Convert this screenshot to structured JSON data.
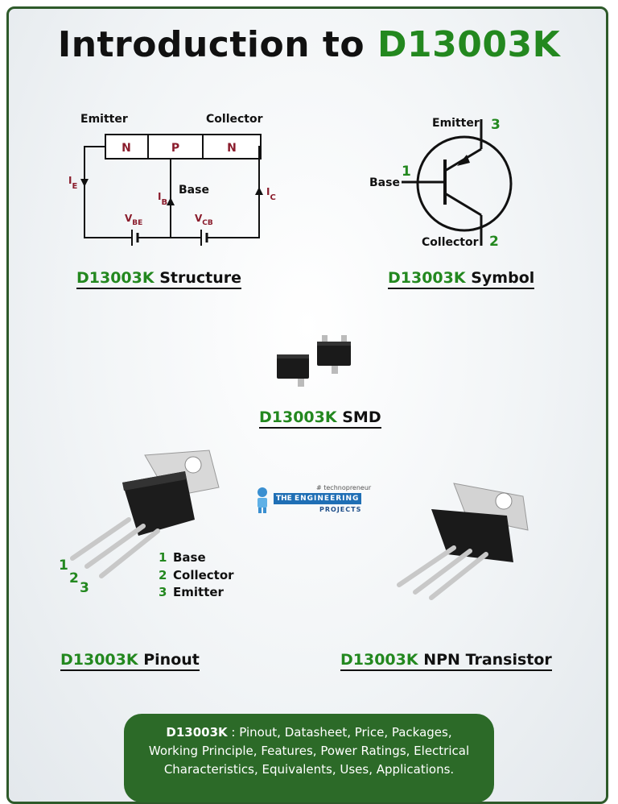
{
  "title": {
    "prefix": "Introduction to",
    "highlight": "D13003K"
  },
  "structure": {
    "emitter": "Emitter",
    "collector": "Collector",
    "base": "Base",
    "regions": [
      "N",
      "P",
      "N"
    ],
    "ie": "I",
    "ie_sub": "E",
    "ib": "I",
    "ib_sub": "B",
    "ic": "I",
    "ic_sub": "C",
    "vbe": "V",
    "vbe_sub": "BE",
    "vcb": "V",
    "vcb_sub": "CB"
  },
  "symbol": {
    "emitter": "Emitter",
    "base": "Base",
    "collector": "Collector",
    "emitter_num": "3",
    "base_num": "1",
    "collector_num": "2"
  },
  "captions": {
    "structure": {
      "part": "D13003K",
      "label": "Structure"
    },
    "symbol": {
      "part": "D13003K",
      "label": "Symbol"
    },
    "smd": {
      "part": "D13003K",
      "label": "SMD"
    },
    "pinout": {
      "part": "D13003K",
      "label": "Pinout"
    },
    "npn": {
      "part": "D13003K",
      "label": "NPN Transistor"
    }
  },
  "pinout": {
    "numbers": [
      "1",
      "2",
      "3"
    ],
    "list": [
      {
        "num": "1",
        "name": "Base"
      },
      {
        "num": "2",
        "name": "Collector"
      },
      {
        "num": "3",
        "name": "Emitter"
      }
    ]
  },
  "logo": {
    "tagline": "# technopreneur",
    "line1": "THE",
    "line2": "ENGINEERING",
    "line3": "PROJECTS"
  },
  "banner": {
    "part": "D13003K",
    "text": " : Pinout, Datasheet, Price, Packages, Working Principle, Features, Power Ratings, Electrical Characteristics, Equivalents, Uses, Applications."
  },
  "colors": {
    "green": "#23881f",
    "banner": "#2c6a28",
    "frame": "#2e5a2a",
    "region_text": "#8a1c2c"
  }
}
